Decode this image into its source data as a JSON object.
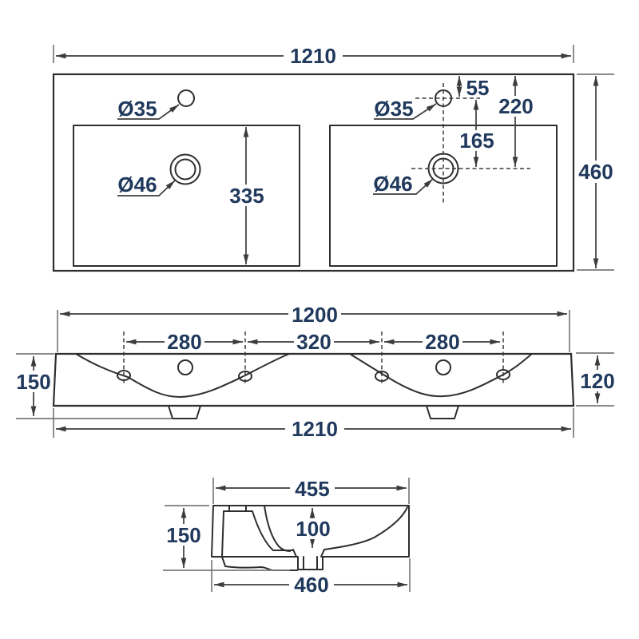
{
  "palette": {
    "text": "#20395c",
    "outline": "#2e2e2e",
    "dimension": "#3c3c3c",
    "extension": "#7a7a7a",
    "background": "#ffffff"
  },
  "plan_view": {
    "overall_width": "1210",
    "overall_depth": "460",
    "left_basin": {
      "tap_hole_diameter": "Ø35",
      "waste_hole_diameter": "Ø46",
      "bowl_front_to_back": "335"
    },
    "right_basin": {
      "tap_hole_diameter": "Ø35",
      "waste_hole_diameter": "Ø46",
      "tap_hole_from_back_edge": "55",
      "waste_from_back_edge": "220",
      "tap_to_waste": "165"
    }
  },
  "front_view": {
    "top_width": "1200",
    "bottom_width": "1210",
    "overall_height": "150",
    "body_height": "120",
    "hole_spacing_left": "280",
    "hole_spacing_centre": "320",
    "hole_spacing_right": "280"
  },
  "side_view": {
    "top_depth": "455",
    "bottom_depth": "460",
    "overall_height": "150",
    "bowl_depth": "100"
  }
}
